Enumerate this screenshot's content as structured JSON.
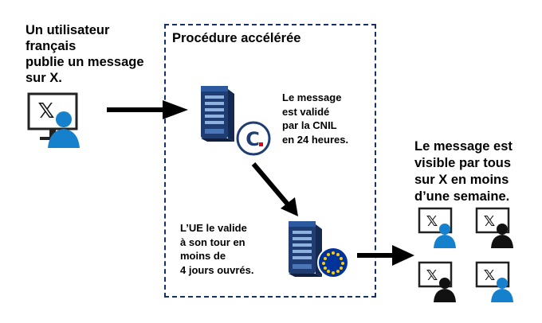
{
  "intro": {
    "text": "Un utilisateur\nfrançais\npublie un message\nsur X."
  },
  "procedure": {
    "title": "Procédure accélérée"
  },
  "cnil": {
    "text": "Le message\nest validé\npar la CNIL\nen 24 heures."
  },
  "ue": {
    "text": "L’UE le valide\nà son tour en\nmoins de\n4 jours ouvrés."
  },
  "result": {
    "text": "Le message est\nvisible par tous\nsur X en moins\nd’une semaine."
  },
  "icons": {
    "app_logo": "X",
    "cnil_logo": "C",
    "eu_flag": "eu-flag"
  },
  "colors": {
    "dashed_border": "#16306b",
    "server_blue": "#1f3d73",
    "person_blue": "#1580cc",
    "person_black": "#111111",
    "cnil_red": "#e2001a",
    "eu_blue": "#003399",
    "eu_star": "#ffcc00"
  }
}
